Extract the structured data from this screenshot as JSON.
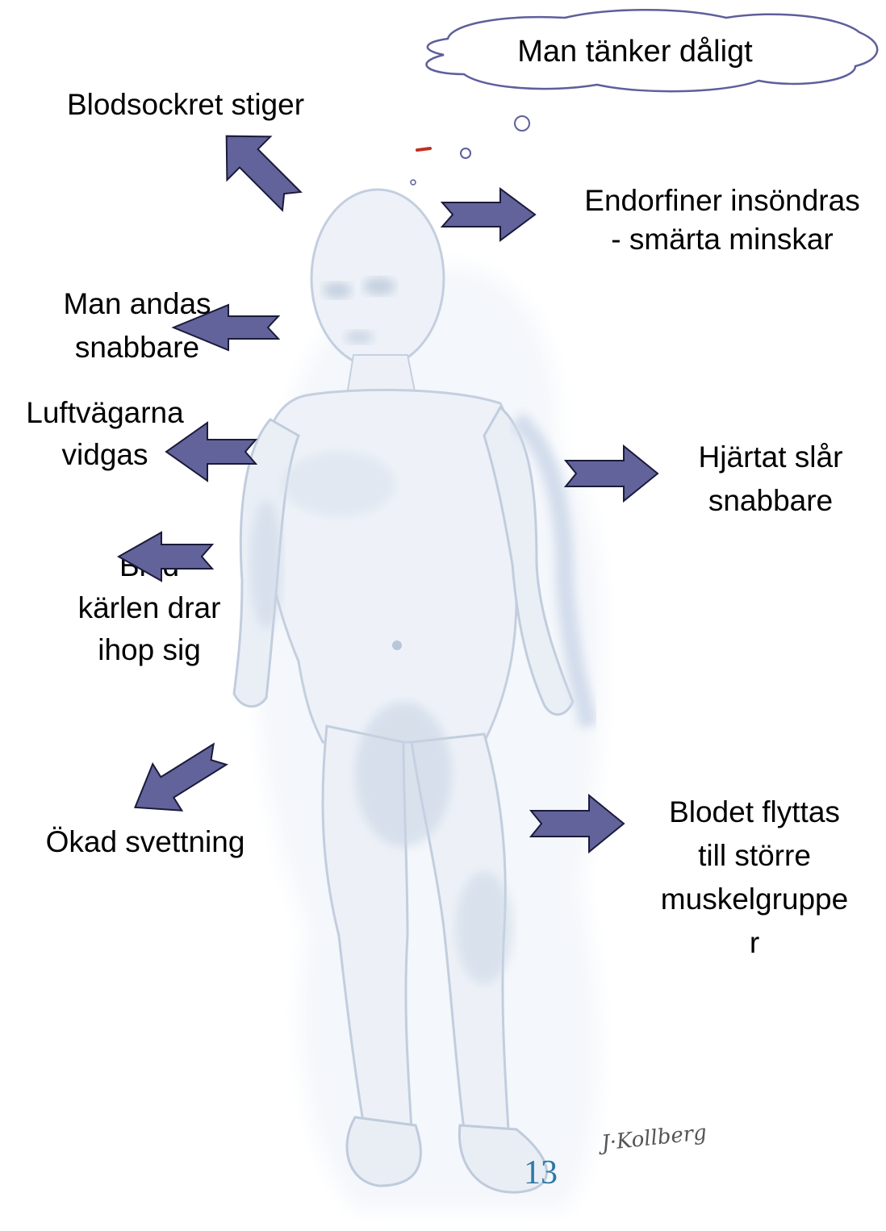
{
  "thought": "Man tänker dåligt",
  "labels": {
    "blood_sugar": "Blodsockret stiger",
    "endorphins": [
      "Endorfiner insöndras",
      "- smärta minskar"
    ],
    "breathing": [
      "Man andas",
      "snabbare"
    ],
    "airways": [
      "Luftvägarna",
      "vidgas"
    ],
    "heart": [
      "Hjärtat slår",
      "snabbare"
    ],
    "vessels": [
      "Blod",
      "kärlen drar",
      "ihop sig"
    ],
    "sweat": "Ökad svettning",
    "blood_flow": [
      "Blodet flyttas",
      "till större",
      "muskelgruppe",
      "r"
    ]
  },
  "signature": "J·Kollberg",
  "page_number": "13",
  "colors": {
    "arrow_fill": "#62639a",
    "arrow_stroke": "#1a1a3a",
    "figure_fill": "#f1f5fa",
    "figure_shade": "#c9d6e6",
    "page_number": "#2e79a4"
  }
}
